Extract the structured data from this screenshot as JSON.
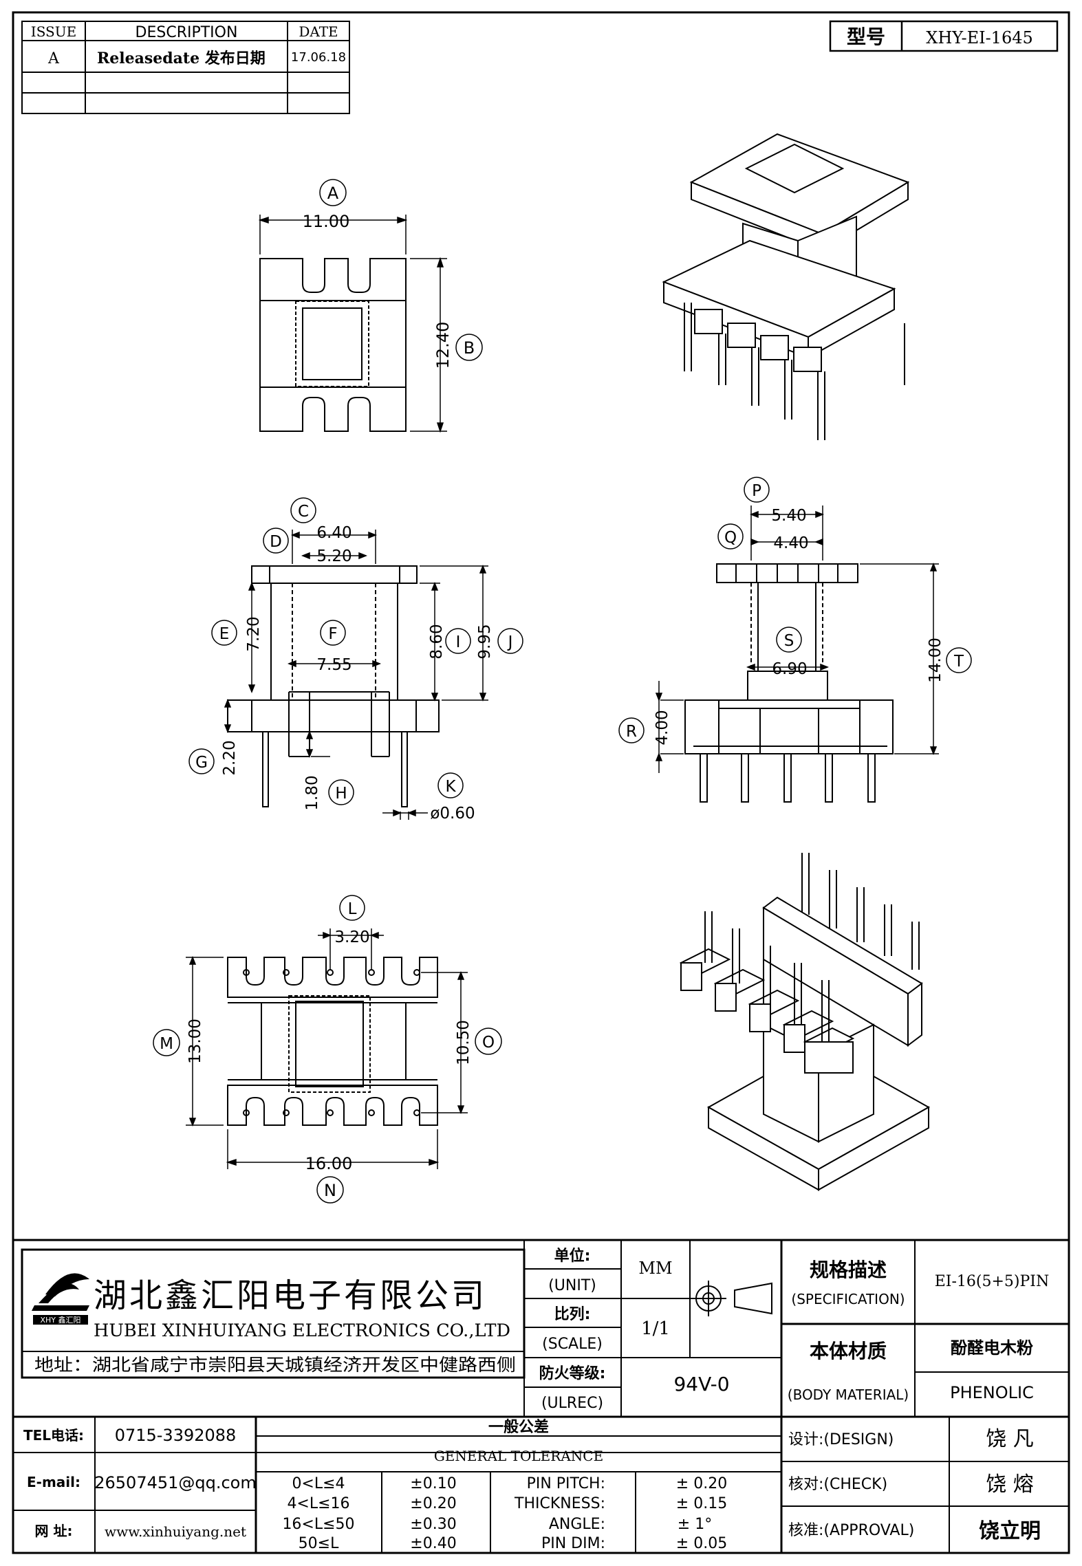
{
  "revision_table": {
    "headers": [
      "ISSUE",
      "DESCRIPTION",
      "DATE"
    ],
    "rows": [
      {
        "issue": "A",
        "description": "Releasedate 发布日期",
        "date": "17.06.18"
      },
      {
        "issue": "",
        "description": "",
        "date": ""
      },
      {
        "issue": "",
        "description": "",
        "date": ""
      }
    ]
  },
  "model": {
    "label": "型号",
    "value": "XHY-EI-1645"
  },
  "dimensions": {
    "A": {
      "letter": "A",
      "value": "11.00"
    },
    "B": {
      "letter": "B",
      "value": "12.40"
    },
    "C": {
      "letter": "C",
      "value": "6.40"
    },
    "D": {
      "letter": "D",
      "value": "5.20"
    },
    "E": {
      "letter": "E",
      "value": "7.20"
    },
    "F": {
      "letter": "F",
      "value": "7.55"
    },
    "G": {
      "letter": "G",
      "value": "2.20"
    },
    "H": {
      "letter": "H",
      "value": "1.80"
    },
    "I": {
      "letter": "I",
      "value": "8.60"
    },
    "J": {
      "letter": "J",
      "value": "9.95"
    },
    "K": {
      "letter": "K",
      "value": "ø0.60"
    },
    "L": {
      "letter": "L",
      "value": "3.20"
    },
    "M": {
      "letter": "M",
      "value": "13.00"
    },
    "N": {
      "letter": "N",
      "value": "16.00"
    },
    "O": {
      "letter": "O",
      "value": "10.50"
    },
    "P": {
      "letter": "P",
      "value": "5.40"
    },
    "Q": {
      "letter": "Q",
      "value": "4.40"
    },
    "R": {
      "letter": "R",
      "value": "4.00"
    },
    "S": {
      "letter": "S",
      "value": "6.90"
    },
    "T": {
      "letter": "T",
      "value": "14.00"
    }
  },
  "company": {
    "name_cn": "湖北鑫汇阳电子有限公司",
    "name_en": "HUBEI XINHUIYANG ELECTRONICS CO.,LTD",
    "address": "地址：湖北省咸宁市崇阳县天城镇经济开发区中健路西侧",
    "logo_text": "XHY 鑫汇阳"
  },
  "unit": {
    "label_cn": "单位:",
    "label_en": "(UNIT)",
    "value": "MM"
  },
  "scale": {
    "label_cn": "比列:",
    "label_en": "(SCALE)",
    "value": "1/1"
  },
  "ulrec": {
    "label_cn": "防火等级:",
    "label_en": "(ULREC)",
    "value": "94V-0"
  },
  "specification": {
    "label_cn": "规格描述",
    "label_en": "(SPECIFICATION)",
    "value": "EI-16(5+5)PIN"
  },
  "body_material": {
    "label_cn": "本体材质",
    "label_en": "(BODY MATERIAL)",
    "value_cn": "酚醛电木粉",
    "value_en": "PHENOLIC"
  },
  "contact": {
    "tel_label": "TEL电话:",
    "tel": "0715-3392088",
    "email_label": "E-mail:",
    "email": "26507451@qq.com",
    "web_label": "网   址:",
    "web": "www.xinhuiyang.net"
  },
  "tolerance": {
    "title_cn": "一般公差",
    "title_en": "GENERAL TOLERANCE",
    "ranges": [
      {
        "range": "0<L≤4",
        "value": "±0.10"
      },
      {
        "range": "4<L≤16",
        "value": "±0.20"
      },
      {
        "range": "16<L≤50",
        "value": "±0.30"
      },
      {
        "range": "50≤L",
        "value": "±0.40"
      }
    ],
    "specs": [
      {
        "label": "PIN PITCH:",
        "value": "± 0.20"
      },
      {
        "label": "THICKNESS:",
        "value": "± 0.15"
      },
      {
        "label": "ANGLE:",
        "value": "± 1°"
      },
      {
        "label": "PIN DIM:",
        "value": "± 0.05"
      }
    ]
  },
  "approval": {
    "design_label": "设计:(DESIGN)",
    "design": "饶   凡",
    "check_label": "核对:(CHECK)",
    "check": "饶   熔",
    "approval_label": "核准:(APPROVAL)",
    "approval": "饶立明"
  }
}
